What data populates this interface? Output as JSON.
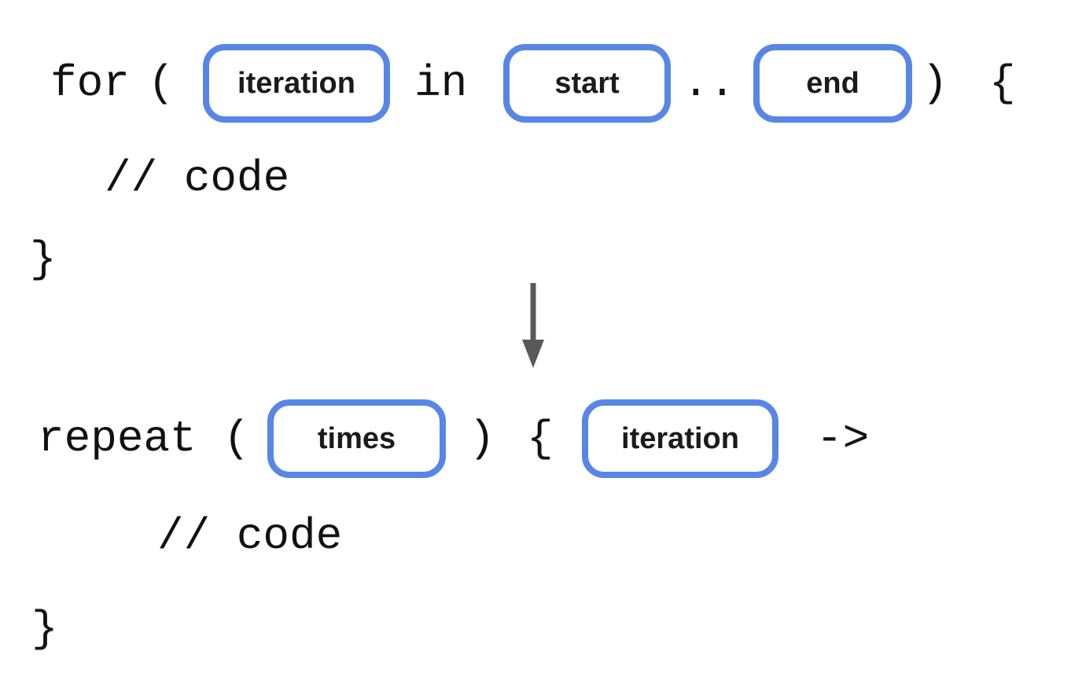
{
  "colors": {
    "slot_border_blue": "#5886E6",
    "code_text": "#111111",
    "arrow_gray": "#595959",
    "background": "#ffffff"
  },
  "code_before": {
    "keyword": "for",
    "open_paren": "(",
    "slot_iteration": "iteration",
    "in_keyword": "in",
    "slot_start": "start",
    "range_operator": "..",
    "slot_end": "end",
    "close_paren": ")",
    "open_brace": "{",
    "comment": "// code",
    "close_brace": "}"
  },
  "arrow": {
    "direction": "down"
  },
  "code_after": {
    "keyword": "repeat",
    "open_paren": "(",
    "slot_times": "times",
    "close_paren": ")",
    "open_brace": "{",
    "slot_iteration": "iteration",
    "lambda_arrow": "->",
    "comment": "// code",
    "close_brace": "}"
  }
}
